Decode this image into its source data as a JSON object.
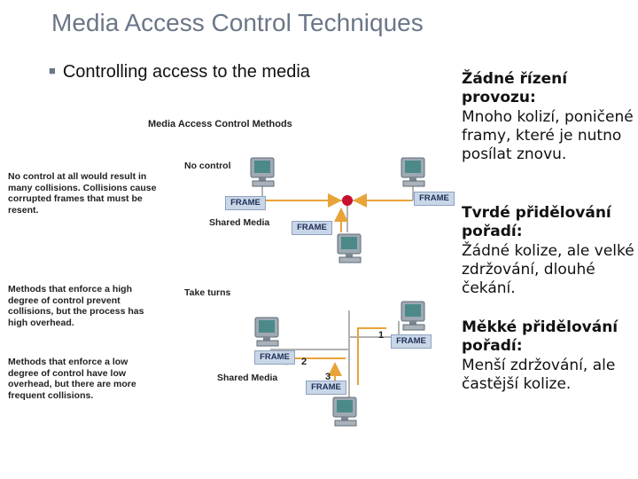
{
  "slide": {
    "title": "Media Access Control Techniques",
    "bullet": "Controlling access to the media"
  },
  "figure": {
    "title": "Media Access Control Methods",
    "notes": [
      "No control at all would result in many collisions. Collisions cause corrupted frames that must be resent.",
      "Methods that enforce a high degree of control prevent collisions, but the process has high overhead.",
      "Methods that enforce a low degree of control have low overhead, but there are more frequent collisions."
    ],
    "labels": {
      "no_control": "No control",
      "shared_media_top": "Shared Media",
      "take_turns": "Take turns",
      "shared_media_bottom": "Shared Media"
    },
    "frames": [
      "FRAME",
      "FRAME",
      "FRAME",
      "FRAME",
      "FRAME",
      "FRAME"
    ],
    "numbers": [
      "1",
      "2",
      "3"
    ]
  },
  "right_panel": [
    {
      "heading": "Žádné řízení provozu:",
      "body": "Mnoho kolizí, poničené framy, které je nutno posílat znovu."
    },
    {
      "heading": "Tvrdé přidělování pořadí:",
      "body": "Žádné kolize, ale velké zdržování, dlouhé čekání."
    },
    {
      "heading": "Měkké přidělování pořadí:",
      "body": "Menší zdržování, ale častější kolize."
    }
  ],
  "colors": {
    "title": "#6b7687",
    "arrow": "#e8a33a",
    "collision": "#c8102e",
    "frame_fill": "#c9d6e8"
  }
}
